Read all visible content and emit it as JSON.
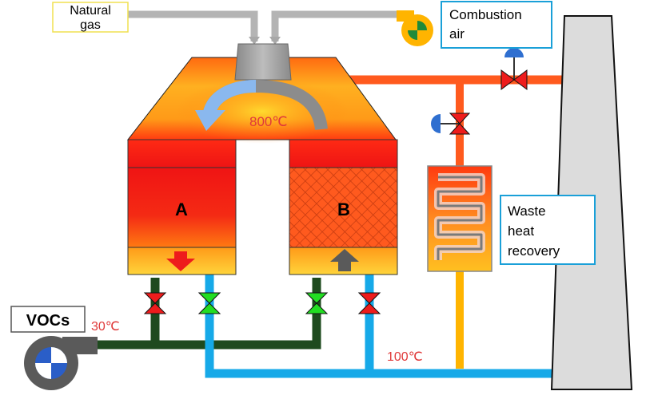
{
  "labels": {
    "natural_gas_line1": "Natural",
    "natural_gas_line2": "gas",
    "combustion_air_line1": "Combustion",
    "combustion_air_line2": "air",
    "temp_chamber": "800℃",
    "bed_a": "A",
    "bed_b": "B",
    "vocs": "VOCs",
    "temp_inlet": "30℃",
    "temp_outlet": "100℃",
    "waste_heat_line1": "Waste",
    "waste_heat_line2": "heat",
    "waste_heat_line3": "recovery"
  },
  "colors": {
    "hot_pipe": "#ff5a1e",
    "gas_pipe": "#b4b4b4",
    "vocs_pipe": "#1e4a1e",
    "clean_pipe": "#16a9e8",
    "recovery_pipe": "#ffb400",
    "valve_open": "#22dd22",
    "valve_closed": "#ee1c1c",
    "label_border": "#1aa0d8",
    "temp_text": "#e03a3a"
  }
}
